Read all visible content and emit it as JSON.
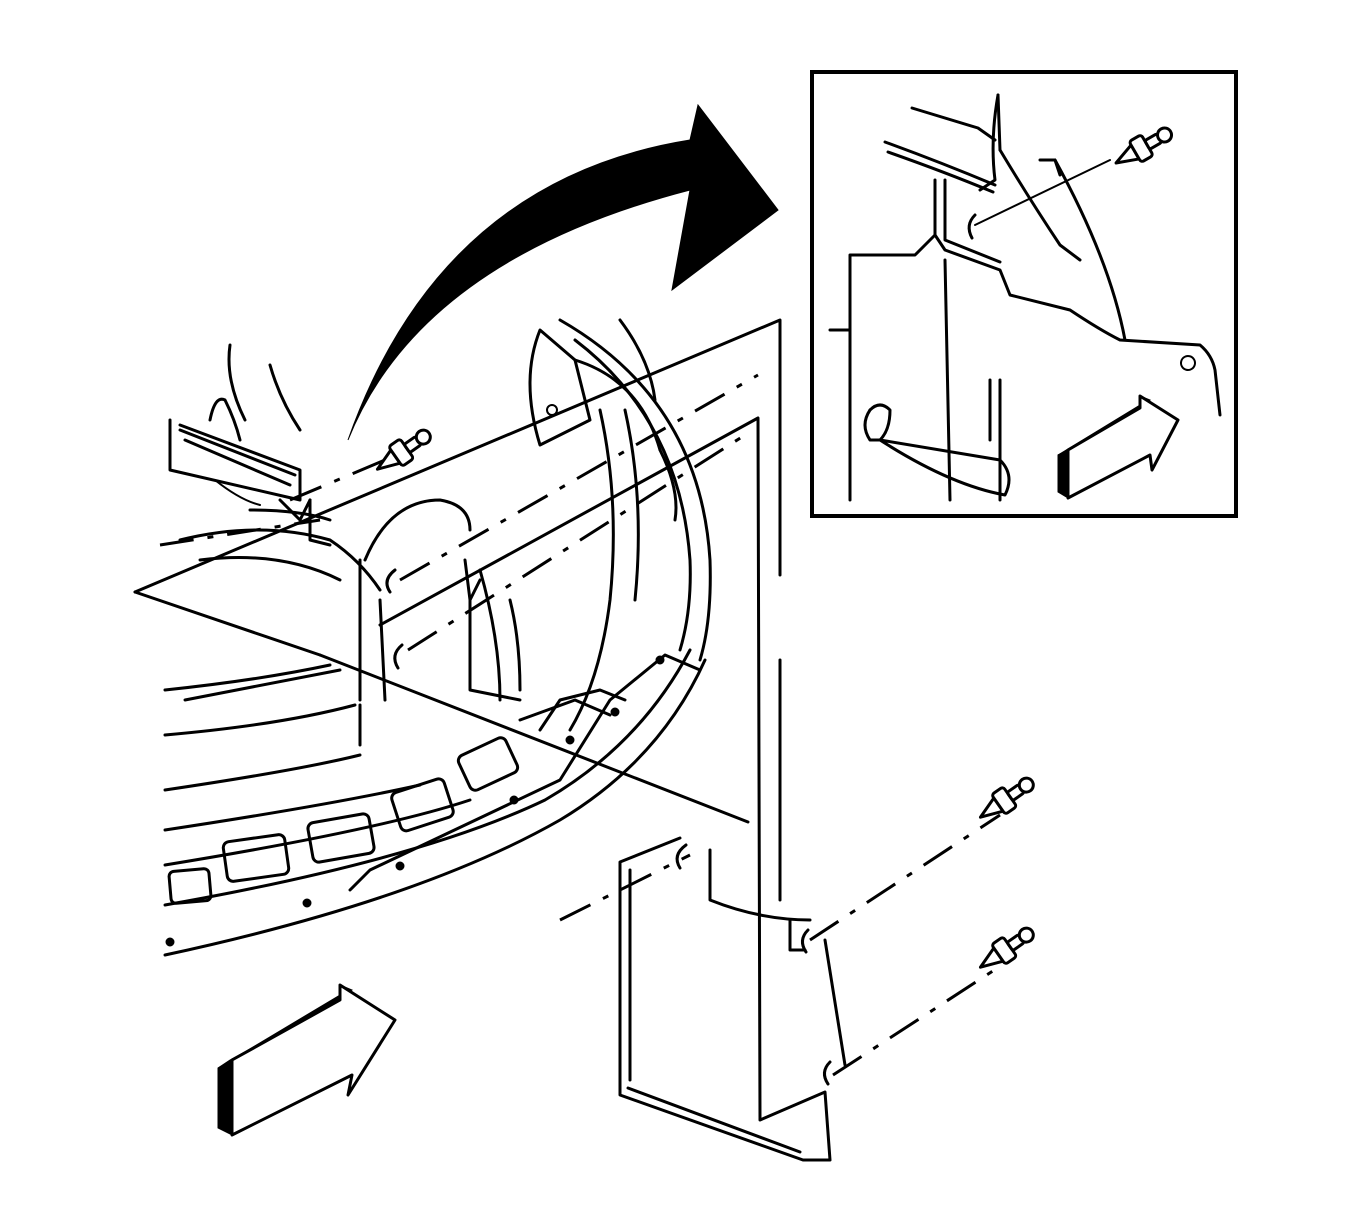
{
  "figure": {
    "kind": "service-manual-exploded-view",
    "colors": {
      "line": "#000000",
      "background": "#ffffff"
    },
    "parts": [
      "vehicle-front-structure",
      "radiator-support",
      "air-deflector-panel",
      "push-pin-retainer",
      "detail-inset",
      "view-direction-arrow",
      "detail-callout-arrow"
    ],
    "labels": []
  }
}
